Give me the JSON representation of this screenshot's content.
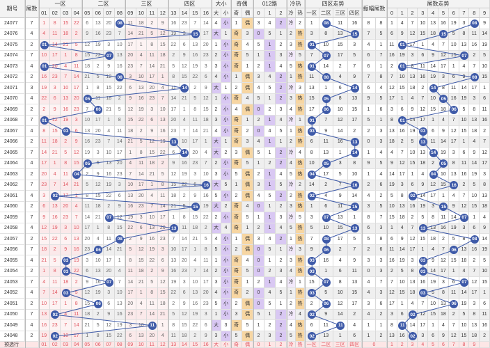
{
  "header": {
    "issue_label": "期号",
    "sum_label": "尾数",
    "zones": [
      "一区",
      "二区",
      "三区",
      "四区"
    ],
    "size_label": "大小",
    "size_sub": [
      "大",
      "小"
    ],
    "parity_label": "奇偶",
    "parity_sub": [
      "奇",
      "偶"
    ],
    "route_label": "012路",
    "route_sub": [
      "0",
      "1",
      "2"
    ],
    "hotcold_label": "冷热",
    "hotcold_sub": [
      "冷",
      "热"
    ],
    "zone_trend_label": "四区走势",
    "zone_trend_sub": [
      "一区",
      "二区",
      "三区",
      "四区"
    ],
    "amp_label": "振幅尾数",
    "tail_trend_label": "尾数走势",
    "tail_sub": [
      "0",
      "1",
      "2",
      "3",
      "4",
      "5",
      "6",
      "7",
      "8",
      "9"
    ],
    "numbers": [
      "01",
      "02",
      "03",
      "04",
      "05",
      "06",
      "07",
      "08",
      "09",
      "10",
      "11",
      "12",
      "13",
      "14",
      "15",
      "16"
    ]
  },
  "footer": {
    "label": "预选行",
    "cells": [
      "01",
      "02",
      "03",
      "04",
      "05",
      "06",
      "07",
      "08",
      "09",
      "10",
      "11",
      "12",
      "13",
      "14",
      "15",
      "16",
      "大",
      "小",
      "奇",
      "偶",
      "0",
      "1",
      "2",
      "冷",
      "热",
      "一区",
      "二区",
      "三区",
      "四区",
      "",
      "0",
      "1",
      "2",
      "3",
      "4",
      "5",
      "6",
      "7",
      "8",
      "9"
    ]
  },
  "chart_data": {
    "type": "table",
    "title": "",
    "rows": [
      {
        "issue": "24077",
        "tail": 7,
        "number": 8,
        "size": "小",
        "parity": "偶",
        "route": 2,
        "zone": 2,
        "amp": 8
      },
      {
        "issue": "24076",
        "tail": 4,
        "number": 15,
        "size": "大",
        "parity": "奇",
        "route": 0,
        "zone": 4,
        "amp": 7
      },
      {
        "issue": "24075",
        "tail": 2,
        "number": 1,
        "size": "小",
        "parity": "奇",
        "route": 1,
        "zone": 1,
        "amp": 4
      },
      {
        "issue": "24074",
        "tail": 7,
        "number": 7,
        "size": "小",
        "parity": "奇",
        "route": 1,
        "zone": 2,
        "amp": 6
      },
      {
        "issue": "24073",
        "tail": 4,
        "number": 1,
        "size": "小",
        "parity": "奇",
        "route": 1,
        "zone": 1,
        "amp": 6
      },
      {
        "issue": "24072",
        "tail": 2,
        "number": 8,
        "size": "小",
        "parity": "偶",
        "route": 2,
        "zone": 2,
        "amp": 7
      },
      {
        "issue": "24071",
        "tail": 3,
        "number": 14,
        "size": "大",
        "parity": "偶",
        "route": 2,
        "zone": 4,
        "amp": 6
      },
      {
        "issue": "24070",
        "tail": 4,
        "number": 5,
        "size": "小",
        "parity": "奇",
        "route": 2,
        "zone": 2,
        "amp": 9
      },
      {
        "issue": "24069",
        "tail": 2,
        "number": 6,
        "size": "小",
        "parity": "偶",
        "route": 0,
        "zone": 2,
        "amp": 1
      },
      {
        "issue": "24068",
        "tail": 7,
        "number": 1,
        "size": "小",
        "parity": "奇",
        "route": 1,
        "zone": 1,
        "amp": 5
      },
      {
        "issue": "24067",
        "tail": 4,
        "number": 3,
        "size": "小",
        "parity": "奇",
        "route": 0,
        "zone": 1,
        "amp": 2
      },
      {
        "issue": "24066",
        "tail": 2,
        "number": 13,
        "size": "大",
        "parity": "奇",
        "route": 1,
        "zone": 4,
        "amp": 0
      },
      {
        "issue": "24065",
        "tail": 7,
        "number": 14,
        "size": "大",
        "parity": "偶",
        "route": 2,
        "zone": 4,
        "amp": 1
      },
      {
        "issue": "24064",
        "tail": 4,
        "number": 5,
        "size": "小",
        "parity": "奇",
        "route": 2,
        "zone": 2,
        "amp": 9
      },
      {
        "issue": "24063",
        "tail": 2,
        "number": 4,
        "size": "小",
        "parity": "偶",
        "route": 1,
        "zone": 1,
        "amp": 1
      },
      {
        "issue": "24062",
        "tail": 7,
        "number": 16,
        "size": "大",
        "parity": "偶",
        "route": 1,
        "zone": 4,
        "amp": 2
      },
      {
        "issue": "24061",
        "tail": 4,
        "number": 2,
        "size": "小",
        "parity": "偶",
        "route": 2,
        "zone": 1,
        "amp": 4
      },
      {
        "issue": "24060",
        "tail": 2,
        "number": 15,
        "size": "大",
        "parity": "奇",
        "route": 0,
        "zone": 4,
        "amp": 3
      },
      {
        "issue": "24059",
        "tail": 7,
        "number": 7,
        "size": "小",
        "parity": "奇",
        "route": 1,
        "zone": 2,
        "amp": 8
      },
      {
        "issue": "24058",
        "tail": 4,
        "number": 13,
        "size": "大",
        "parity": "奇",
        "route": 1,
        "zone": 4,
        "amp": 6
      },
      {
        "issue": "24057",
        "tail": 2,
        "number": 8,
        "size": "小",
        "parity": "偶",
        "route": 2,
        "zone": 2,
        "amp": 5
      },
      {
        "issue": "24056",
        "tail": 7,
        "number": 6,
        "size": "小",
        "parity": "偶",
        "route": 0,
        "zone": 2,
        "amp": 2
      },
      {
        "issue": "24055",
        "tail": 4,
        "number": 3,
        "size": "小",
        "parity": "奇",
        "route": 0,
        "zone": 1,
        "amp": 3
      },
      {
        "issue": "24054",
        "tail": 2,
        "number": 3,
        "size": "小",
        "parity": "奇",
        "route": 0,
        "zone": 1,
        "amp": 0
      },
      {
        "issue": "24053",
        "tail": 7,
        "number": 7,
        "size": "小",
        "parity": "奇",
        "route": 1,
        "zone": 2,
        "amp": 4
      },
      {
        "issue": "24052",
        "tail": 4,
        "number": 3,
        "size": "小",
        "parity": "奇",
        "route": 0,
        "zone": 1,
        "amp": 4
      },
      {
        "issue": "24051",
        "tail": 2,
        "number": 6,
        "size": "小",
        "parity": "偶",
        "route": 0,
        "zone": 2,
        "amp": 3
      },
      {
        "issue": "24050",
        "tail": 7,
        "number": 2,
        "size": "小",
        "parity": "偶",
        "route": 2,
        "zone": 1,
        "amp": 4
      },
      {
        "issue": "24049",
        "tail": 4,
        "number": 11,
        "size": "大",
        "parity": "奇",
        "route": 2,
        "zone": 3,
        "amp": 1
      },
      {
        "issue": "24048",
        "tail": 2,
        "number": 2,
        "size": "小",
        "parity": "偶",
        "route": 2,
        "zone": 1,
        "amp": 1
      }
    ]
  },
  "colors": {
    "ball": "#3e5aa8",
    "line": "#3e5aa8",
    "miss_red": "#e0555f",
    "size_bg": "#d9c8f3",
    "parity_bg": "#f7d6a2"
  }
}
